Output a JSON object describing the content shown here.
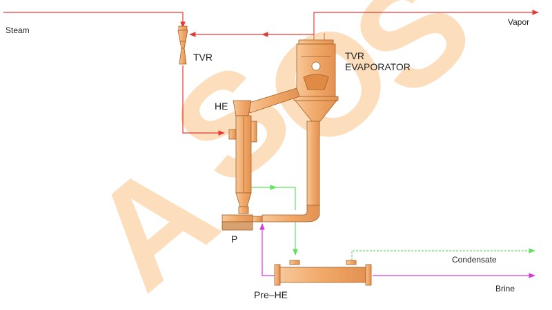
{
  "labels": {
    "steam": "Steam",
    "vapor": "Vapor",
    "tvr": "TVR",
    "evap_line1": "TVR",
    "evap_line2": "EVAPORATOR",
    "he": "HE",
    "p": "P",
    "pre_he": "Pre–HE",
    "condensate": "Condensate",
    "brine": "Brine"
  },
  "watermark": {
    "letters": [
      "A",
      "S",
      "O",
      "S"
    ]
  },
  "colors": {
    "steam_line": "#e53935",
    "condensate_line": "#5fe25f",
    "brine_line": "#d43bd4",
    "equipment": "#f0a868",
    "equipment_dark": "#a15f25",
    "watermark": "#fbd3a8"
  }
}
